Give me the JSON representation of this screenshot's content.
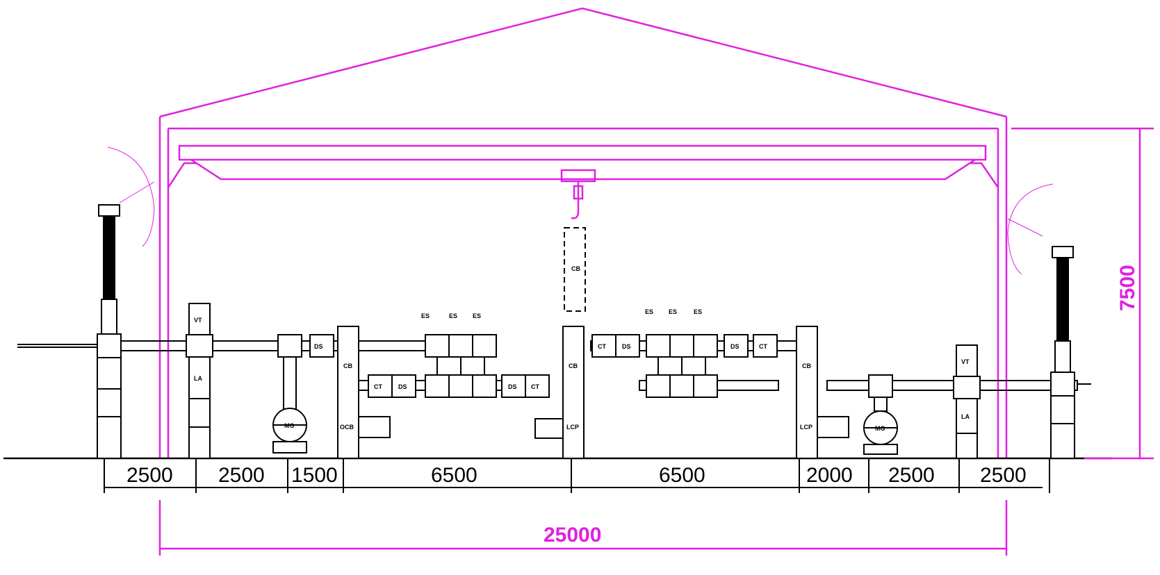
{
  "dimensions": {
    "segments": [
      "2500",
      "2500",
      "1500",
      "6500",
      "6500",
      "2000",
      "2500",
      "2500"
    ],
    "total": "25000",
    "height": "7500"
  },
  "equipment_labels": {
    "vt": "VT",
    "la": "LA",
    "ct": "CT",
    "es": "ES",
    "ds": "DS",
    "cb": "CB",
    "ocb": "OCB",
    "lcp": "LCP",
    "mg": "MG"
  },
  "colors": {
    "building": "#e020e0",
    "equipment": "#000000"
  }
}
